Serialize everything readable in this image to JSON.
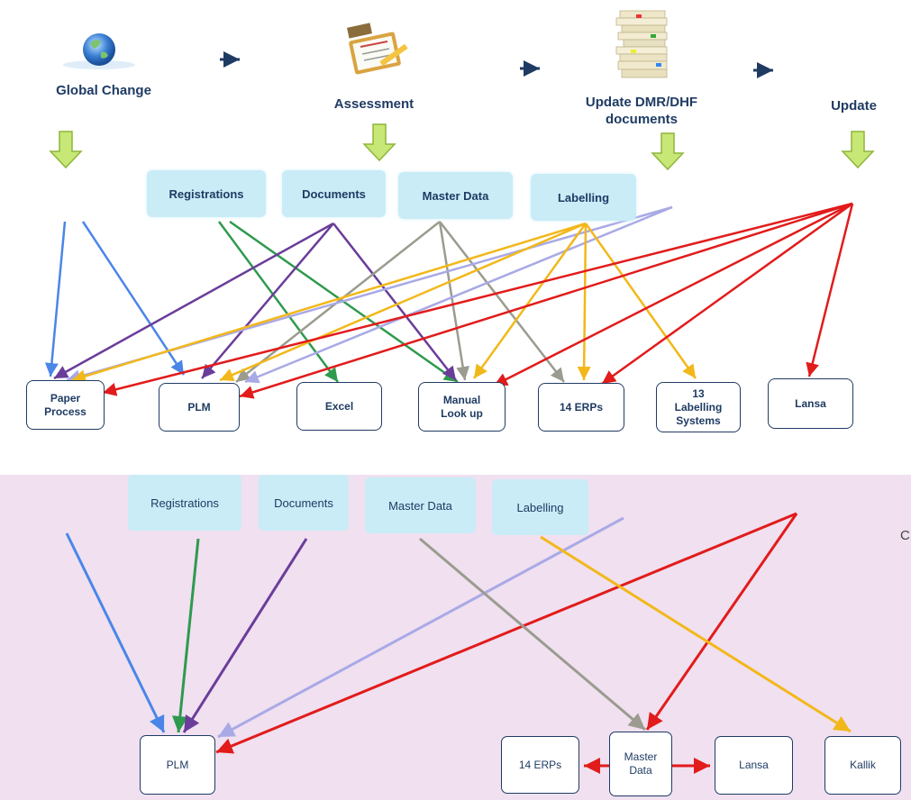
{
  "process_steps": [
    {
      "label": "Global Change",
      "icon": "globe-icon"
    },
    {
      "label": "Assessment",
      "icon": "clipboard-icon"
    },
    {
      "label": "Update DMR/DHF documents",
      "icon": "document-stack-icon"
    },
    {
      "label": "Update",
      "icon": ""
    }
  ],
  "top_categories": [
    "Registrations",
    "Documents",
    "Master Data",
    "Labelling"
  ],
  "top_systems": [
    "Paper\nProcess",
    "PLM",
    "Excel",
    "Manual\nLook up",
    "14 ERPs",
    "13\nLabelling\nSystems",
    "Lansa"
  ],
  "bottom_categories": [
    "Registrations",
    "Documents",
    "Master Data",
    "Labelling"
  ],
  "bottom_systems": [
    "PLM",
    "14 ERPs",
    "Master\nData",
    "Lansa",
    "Kallik"
  ],
  "stray_text": "C",
  "colors": {
    "navy": "#1f3b63",
    "category_fill": "#c9ecf7",
    "down_arrow": "#b6dc5c",
    "blue": "#4a86e8",
    "green": "#2e9a4e",
    "purple": "#6a3d9a",
    "gray": "#9b9b8f",
    "lavender": "#a9a9e6",
    "gold": "#f2b81a",
    "red": "#e21b1b",
    "bottom_bg": "#f0e0f0"
  }
}
